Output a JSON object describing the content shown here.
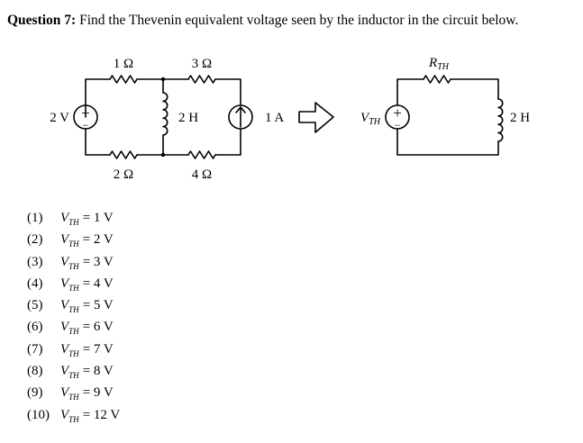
{
  "question": {
    "label": "Question 7:",
    "text": "Find the Thevenin equivalent voltage seen by the inductor in the circuit below."
  },
  "circuit": {
    "r1": "1 Ω",
    "r2": "2 Ω",
    "r3": "3 Ω",
    "r4": "4 Ω",
    "inductor": "2 H",
    "voltage_source": "2 V",
    "current_source": "1 A",
    "plus_sign": "+",
    "minus_sign": "−",
    "rth_main": "R",
    "rth_sub": "TH",
    "vth_main": "V",
    "vth_sub": "TH",
    "equiv_inductor": "2 H"
  },
  "options": [
    {
      "num": "(1)",
      "var": "V",
      "sub": "TH",
      "value": "= 1 V"
    },
    {
      "num": "(2)",
      "var": "V",
      "sub": "TH",
      "value": "= 2 V"
    },
    {
      "num": "(3)",
      "var": "V",
      "sub": "TH",
      "value": "= 3 V"
    },
    {
      "num": "(4)",
      "var": "V",
      "sub": "TH",
      "value": "= 4 V"
    },
    {
      "num": "(5)",
      "var": "V",
      "sub": "TH",
      "value": "= 5 V"
    },
    {
      "num": "(6)",
      "var": "V",
      "sub": "TH",
      "value": "= 6 V"
    },
    {
      "num": "(7)",
      "var": "V",
      "sub": "TH",
      "value": "= 7 V"
    },
    {
      "num": "(8)",
      "var": "V",
      "sub": "TH",
      "value": "= 8 V"
    },
    {
      "num": "(9)",
      "var": "V",
      "sub": "TH",
      "value": "= 9 V"
    },
    {
      "num": "(10)",
      "var": "V",
      "sub": "TH",
      "value": "= 12 V"
    }
  ]
}
